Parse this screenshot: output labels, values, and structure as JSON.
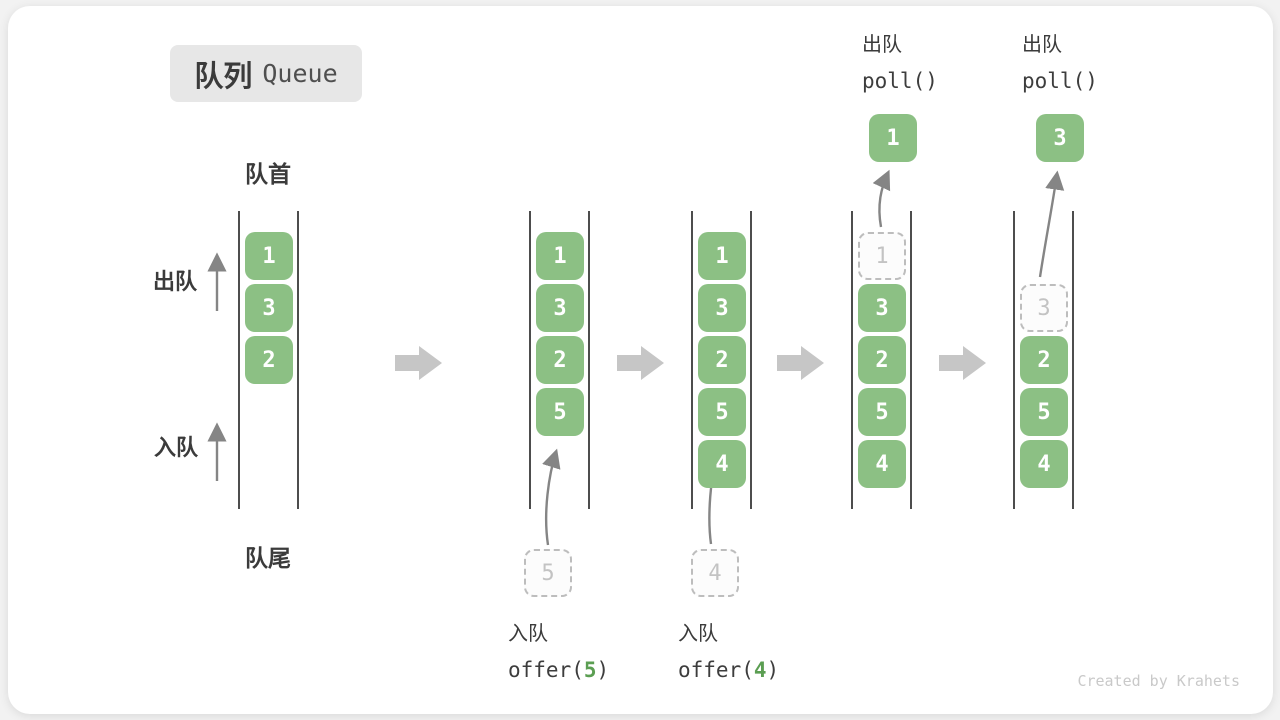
{
  "title": {
    "cn": "队列",
    "en": "Queue"
  },
  "labels": {
    "head": "队首",
    "tail": "队尾",
    "dequeue_side": "出队",
    "enqueue_side": "入队"
  },
  "queues": [
    {
      "cells": [
        {
          "v": "1"
        },
        {
          "v": "3"
        },
        {
          "v": "2"
        }
      ],
      "top_gap": 0
    },
    {
      "cells": [
        {
          "v": "1"
        },
        {
          "v": "3"
        },
        {
          "v": "2"
        },
        {
          "v": "5"
        }
      ],
      "top_gap": 0
    },
    {
      "cells": [
        {
          "v": "1"
        },
        {
          "v": "3"
        },
        {
          "v": "2"
        },
        {
          "v": "5"
        },
        {
          "v": "4"
        }
      ],
      "top_gap": 0
    },
    {
      "cells": [
        {
          "v": "1",
          "ghost": true
        },
        {
          "v": "3"
        },
        {
          "v": "2"
        },
        {
          "v": "5"
        },
        {
          "v": "4"
        }
      ],
      "top_gap": 0
    },
    {
      "cells": [
        {
          "v": "3",
          "ghost": true
        },
        {
          "v": "2"
        },
        {
          "v": "5"
        },
        {
          "v": "4"
        }
      ],
      "top_gap": 1
    }
  ],
  "operations": {
    "enqueue": [
      {
        "label": "入队",
        "prefix": "offer(",
        "arg": "5",
        "suffix": ")"
      },
      {
        "label": "入队",
        "prefix": "offer(",
        "arg": "4",
        "suffix": ")"
      }
    ],
    "dequeue": [
      {
        "label": "出队",
        "code": "poll()",
        "result": "1"
      },
      {
        "label": "出队",
        "code": "poll()",
        "result": "3"
      }
    ]
  },
  "ghost_inputs": [
    {
      "v": "5"
    },
    {
      "v": "4"
    }
  ],
  "signature": "Created by Krahets",
  "colors": {
    "cell_green": "#8cc084",
    "green_digit": "#5b9e52",
    "line": "#4d4d4d",
    "big_arrow": "#c6c6c6"
  }
}
